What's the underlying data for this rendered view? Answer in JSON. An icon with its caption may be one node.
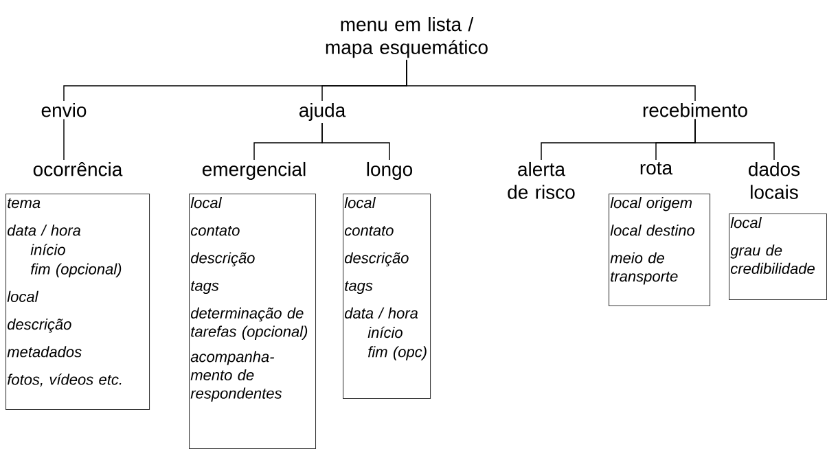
{
  "diagram": {
    "nodes": [
      {
        "text": [
          "menu em lista / mapa esquemático"
        ]
      },
      {
        "text": [
          "envio"
        ]
      },
      {
        "text": [
          "ajuda"
        ]
      },
      {
        "text": [
          "recebimento"
        ]
      },
      {
        "text": [
          "ocorrência"
        ]
      },
      {
        "text": [
          "emergencial"
        ]
      },
      {
        "text": [
          "longo"
        ]
      },
      {
        "text": [
          "alerta de risco"
        ]
      },
      {
        "text": [
          "rota"
        ]
      },
      {
        "text": [
          "dados locais"
        ]
      },
      {
        "text": [
          "tema",
          "data / hora",
          "início",
          "fim (opcional)",
          "local",
          "descrição",
          "metadados",
          "fotos, vídeos etc."
        ]
      },
      {
        "text": [
          "local",
          "contato",
          "descrição",
          "tags",
          "determinação de tarefas (opcional)",
          "acompanha- mento de respondentes"
        ]
      },
      {
        "text": [
          "local",
          "contato",
          "descrição",
          "tags",
          "data / hora",
          "início",
          "fim (opc)"
        ]
      },
      {
        "text": [
          "local origem",
          "local destino",
          "meio de transporte"
        ]
      },
      {
        "text": [
          "local",
          "grau de credibilidade"
        ]
      }
    ],
    "edges": [
      {
        "from": 0,
        "to": 1,
        "arrow": "none"
      },
      {
        "from": 0,
        "to": 2,
        "arrow": "none"
      },
      {
        "from": 0,
        "to": 3,
        "arrow": "none"
      },
      {
        "from": 1,
        "to": 4,
        "arrow": "none"
      },
      {
        "from": 2,
        "to": 5,
        "arrow": "none"
      },
      {
        "from": 2,
        "to": 6,
        "arrow": "none"
      },
      {
        "from": 3,
        "to": 7,
        "arrow": "none"
      },
      {
        "from": 3,
        "to": 8,
        "arrow": "none"
      },
      {
        "from": 3,
        "to": 9,
        "arrow": "none"
      }
    ]
  }
}
